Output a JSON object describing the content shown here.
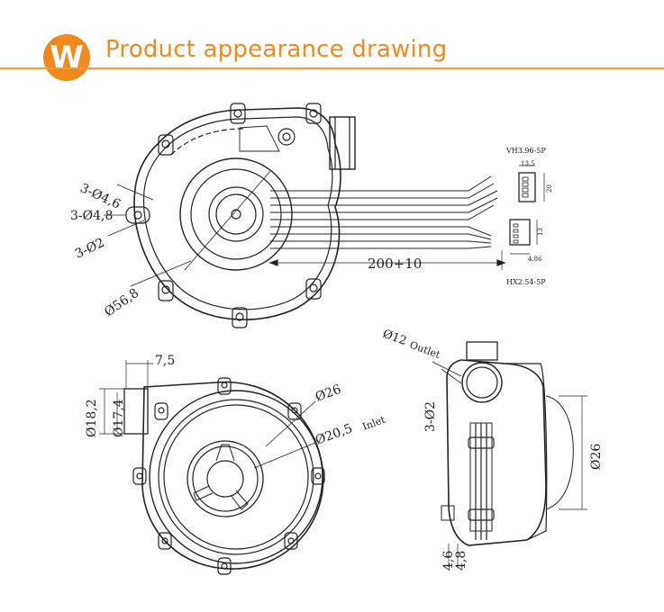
{
  "header": {
    "logo_letter": "W",
    "title": "Product appearance drawing"
  },
  "colors": {
    "accent": "#f08a1c",
    "line": "#222222"
  },
  "top_view": {
    "hole_dia_1": "3-Ø4,6",
    "hole_dia_2": "3-Ø4,8",
    "hole_dia_3": "3-Ø2",
    "body_dia": "Ø56,8",
    "cable_length": "200+10",
    "connector_top": "VH3.96-5P",
    "connector_top_width": "13.5",
    "connector_top_height": "20",
    "connector_bottom": "HX2.54-5P",
    "connector_bottom_height": "13",
    "connector_bottom_width": "4.86"
  },
  "front_view": {
    "outlet_offset": "7,5",
    "outer_dia": "Ø18,2",
    "inner_dia": "Ø17,4",
    "inlet_outer_dia": "Ø26",
    "inlet_dia": "Ø20,5",
    "inlet_label": "Inlet"
  },
  "side_view": {
    "outlet_dia": "Ø12",
    "outlet_label": "Outlet",
    "hole_dia": "3-Ø2",
    "side_dia": "Ø26",
    "dim_a": "4,6",
    "dim_b": "4,8"
  }
}
